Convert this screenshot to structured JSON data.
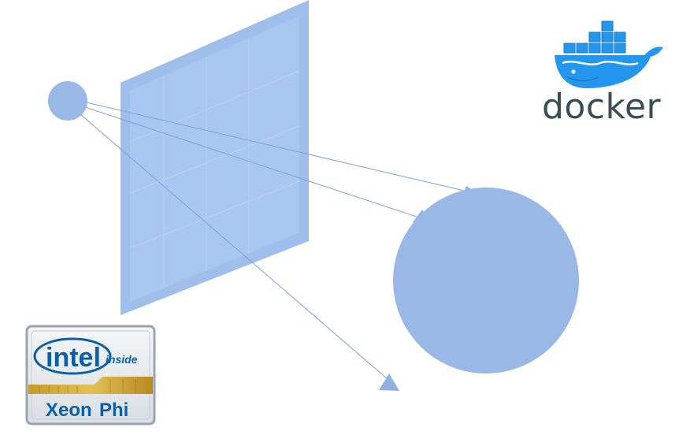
{
  "diagram": {
    "colors": {
      "node_fill": "#99b8e6",
      "plane_outer": "#9fbeec",
      "plane_inner": "#a9c6f2",
      "arrow": "#7ea0d6",
      "docker_blue": "#2496ed",
      "docker_text": "#394d54",
      "intel_blue": "#0b5fa5"
    },
    "nodes": [
      "source-node",
      "projection-plane",
      "target-node"
    ],
    "arrows": [
      "arrow-upper",
      "arrow-middle",
      "arrow-lower"
    ]
  },
  "logos": {
    "docker": {
      "wordmark": "docker",
      "icon": "docker-whale-icon"
    },
    "intel": {
      "brand": "intel",
      "inside": "inside",
      "product": "Xeon",
      "product_suffix": "Phi",
      "icon": "intel-inside-badge-icon"
    }
  }
}
